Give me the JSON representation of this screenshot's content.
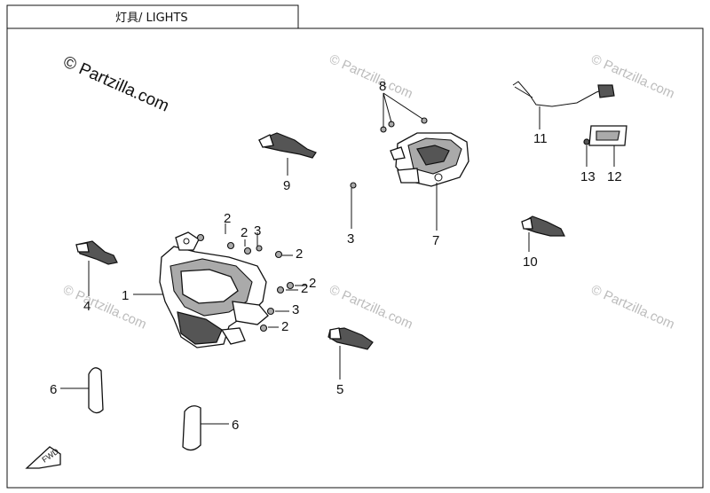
{
  "header": {
    "title": "灯具/ LIGHTS"
  },
  "watermark": {
    "text": "© Partzilla.com"
  },
  "callouts": [
    {
      "id": "c1",
      "label": "1"
    },
    {
      "id": "c2a",
      "label": "2"
    },
    {
      "id": "c2b",
      "label": "2"
    },
    {
      "id": "c3a",
      "label": "3"
    },
    {
      "id": "c2c",
      "label": "2"
    },
    {
      "id": "c2d",
      "label": "2"
    },
    {
      "id": "c2e",
      "label": "2"
    },
    {
      "id": "c3b",
      "label": "3"
    },
    {
      "id": "c2f",
      "label": "2"
    },
    {
      "id": "c3c",
      "label": "3"
    },
    {
      "id": "c4",
      "label": "4"
    },
    {
      "id": "c5",
      "label": "5"
    },
    {
      "id": "c6a",
      "label": "6"
    },
    {
      "id": "c6b",
      "label": "6"
    },
    {
      "id": "c7",
      "label": "7"
    },
    {
      "id": "c8",
      "label": "8"
    },
    {
      "id": "c9",
      "label": "9"
    },
    {
      "id": "c10",
      "label": "10"
    },
    {
      "id": "c11",
      "label": "11"
    },
    {
      "id": "c12",
      "label": "12"
    },
    {
      "id": "c13",
      "label": "13"
    }
  ],
  "fwd_badge": "FWD"
}
